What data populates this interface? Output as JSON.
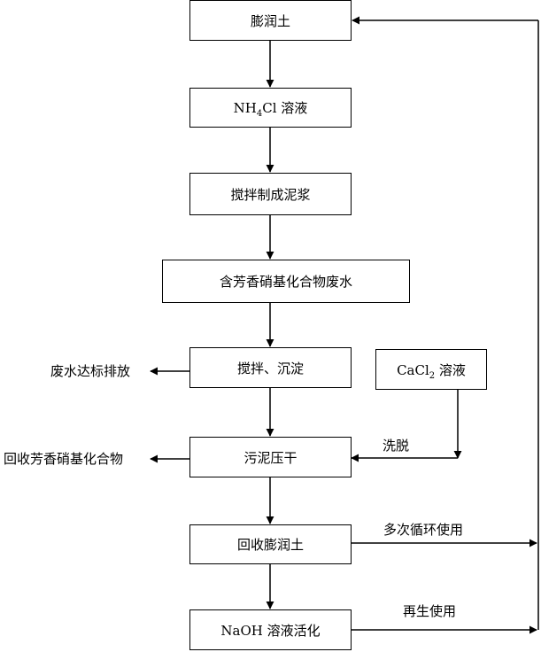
{
  "steps": {
    "swelling_clay": "膨润土",
    "nh4cl_pre": "NH",
    "nh4cl_sub": "4",
    "nh4cl_post": "Cl 溶液",
    "stir_slurry": "搅拌制成泥浆",
    "wastewater": "含芳香硝基化合物废水",
    "stir_settle": "搅拌、沉淀",
    "cacl2_pre": "CaCl",
    "cacl2_sub": "2",
    "cacl2_post": " 溶液",
    "sludge_dry": "污泥压干",
    "recover_clay": "回收膨润土",
    "naoh_activate": "NaOH 溶液活化"
  },
  "labels": {
    "discharge": "废水达标排放",
    "recover_compounds": "回收芳香硝基化合物",
    "elution": "洗脱",
    "multi_cycle": "多次循环使用",
    "regenerate": "再生使用"
  }
}
